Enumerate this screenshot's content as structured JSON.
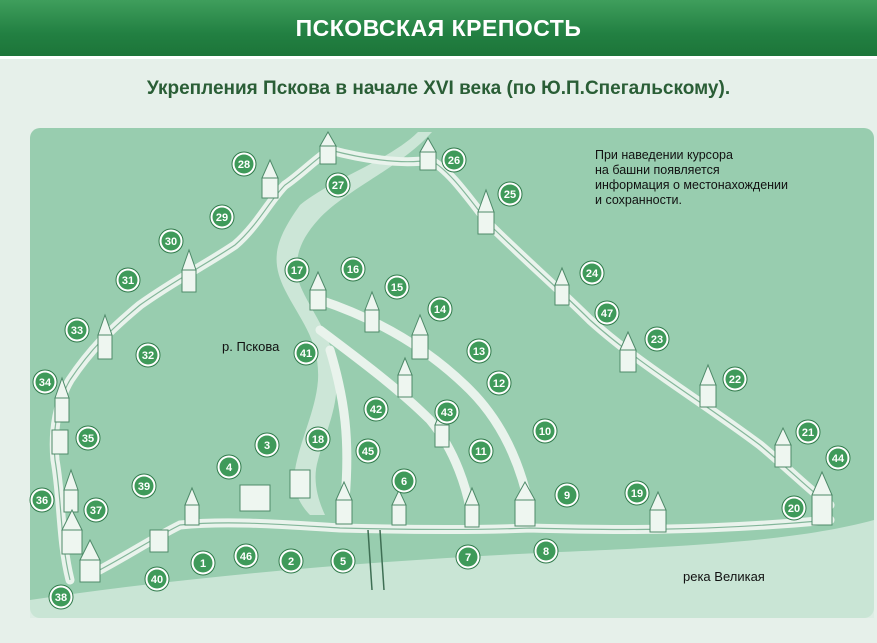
{
  "header": {
    "title": "ПСКОВСКАЯ КРЕПОСТЬ"
  },
  "subtitle": "Укрепления Пскова в начале XVI века (по Ю.П.Спегальскому).",
  "hint": "При наведении курсора\nна башни появляется\nинформация о местонахождении\nи сохранности.",
  "labels": {
    "river_pskova": "р. Пскова",
    "river_velikaya": "река Великая"
  },
  "colors": {
    "banner": "#228042",
    "map_bg": "#98cdaf",
    "wall": "#e9f3ec",
    "river": "#d9ece1",
    "badge_fill": "#3f9a5a",
    "badge_ring": "#ffffff",
    "subtitle": "#2a5e36"
  },
  "towers": [
    "1",
    "2",
    "3",
    "4",
    "5",
    "6",
    "7",
    "8",
    "9",
    "10",
    "11",
    "12",
    "13",
    "14",
    "15",
    "16",
    "17",
    "18",
    "19",
    "20",
    "21",
    "22",
    "23",
    "24",
    "25",
    "26",
    "27",
    "28",
    "29",
    "30",
    "31",
    "32",
    "33",
    "34",
    "35",
    "36",
    "37",
    "38",
    "39",
    "40",
    "41",
    "42",
    "43",
    "44",
    "45",
    "46",
    "47"
  ]
}
